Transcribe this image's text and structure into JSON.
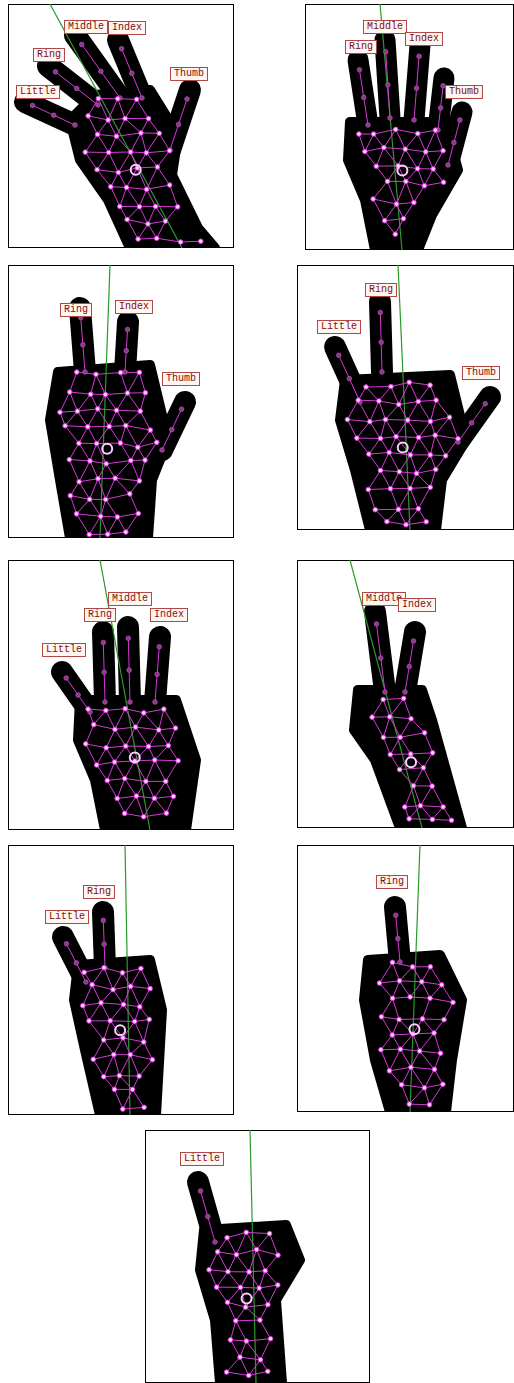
{
  "diagram": {
    "labels": [
      "Little",
      "Ring",
      "Middle",
      "Index",
      "Thumb",
      "Middle",
      "Ring",
      "Index",
      "Thumb",
      "Ring",
      "Index",
      "Thumb",
      "Ring",
      "Little",
      "Thumb",
      "Middle",
      "Ring",
      "Index",
      "Little",
      "Middle",
      "Index",
      "Ring",
      "Little",
      "Ring",
      "Little"
    ]
  }
}
